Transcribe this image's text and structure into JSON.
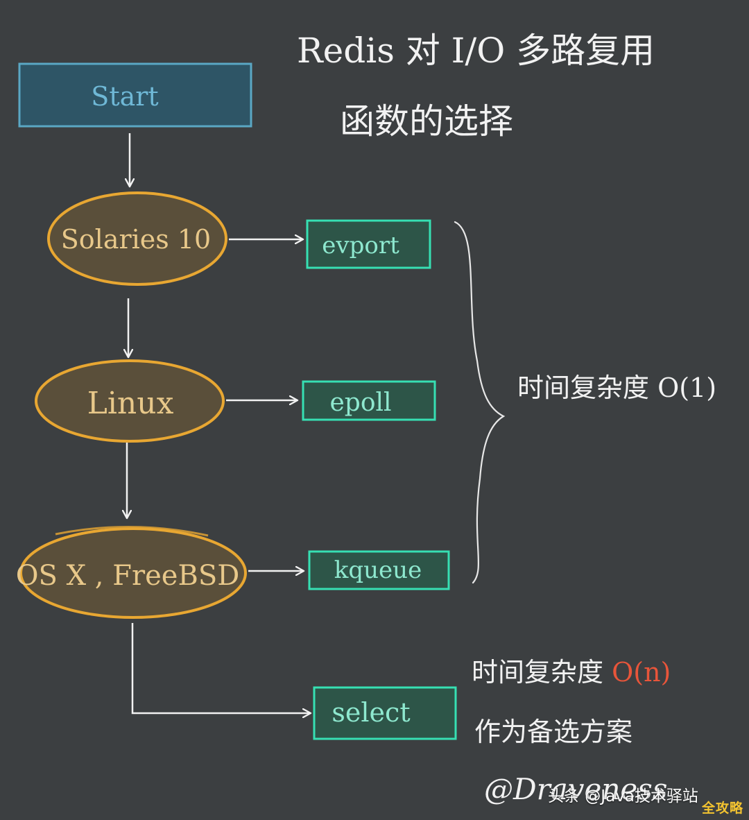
{
  "title": {
    "line1": "Redis 对 I/O 多路复用",
    "line2": "函数的选择"
  },
  "nodes": {
    "start": "Start",
    "solaris": "Solaries 10",
    "linux": "Linux",
    "osx": "OS X , FreeBSD",
    "evport": "evport",
    "epoll": "epoll",
    "kqueue": "kqueue",
    "select": "select"
  },
  "annotations": {
    "brace_note": "时间复杂度 O(1)",
    "select_note_line1_text": "时间复杂度 ",
    "select_note_line1_bigO": "O(n)",
    "select_note_line2": "作为备选方案",
    "signature": "@Draveness"
  },
  "watermark": {
    "text": "头条 @Java技术驿站",
    "corner": "全攻略"
  },
  "colors": {
    "background": "#3c3f41",
    "start_box": "#2e5566",
    "start_border": "#5aa7c4",
    "ellipse_fill": "#5a4f3a",
    "ellipse_stroke": "#e8a732",
    "func_box": "#2d5548",
    "func_border": "#36e0b3",
    "arrow": "#f2f2f2",
    "handwriting": "#f2f2f2",
    "bigO_red": "#e8553a"
  }
}
